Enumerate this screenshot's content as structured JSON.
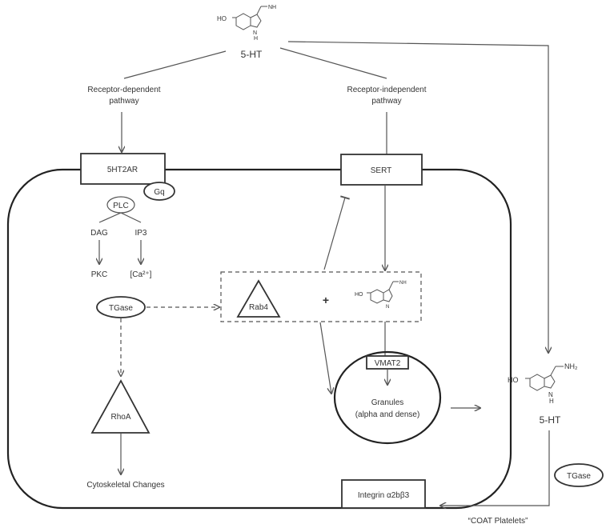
{
  "colors": {
    "stroke": "#555555",
    "outline": "#222222",
    "text": "#333333"
  },
  "serotonin": {
    "label_top": "5-HT",
    "label_right": "5-HT",
    "hydroxyl": "HO",
    "amine": "NH₂",
    "amine_small": "NH",
    "ring_nh": "N",
    "ring_h": "H"
  },
  "pathways": {
    "receptor_dependent": [
      "Receptor-dependent",
      "pathway"
    ],
    "receptor_independent": [
      "Receptor-independent",
      "pathway"
    ]
  },
  "receptors": {
    "htr2a": "5HT2AR",
    "gq": "Gq",
    "sert": "SERT",
    "integrin": "Integrin α2bβ3"
  },
  "signaling": {
    "plc": "PLC",
    "dag": "DAG",
    "ip3": "IP3",
    "pkc": "PKC",
    "calcium": "[Ca²⁺]",
    "tgase": "TGase",
    "rhoa": "RhoA",
    "cytoskeletal": "Cytoskeletal Changes"
  },
  "complex": {
    "rab4": "Rab4",
    "plus": "+"
  },
  "granules": {
    "vmat2": "VMAT2",
    "title": "Granules",
    "subtitle": "(alpha and dense)"
  },
  "extracellular": {
    "tgase": "TGase",
    "coat": "“COAT Platelets”"
  }
}
